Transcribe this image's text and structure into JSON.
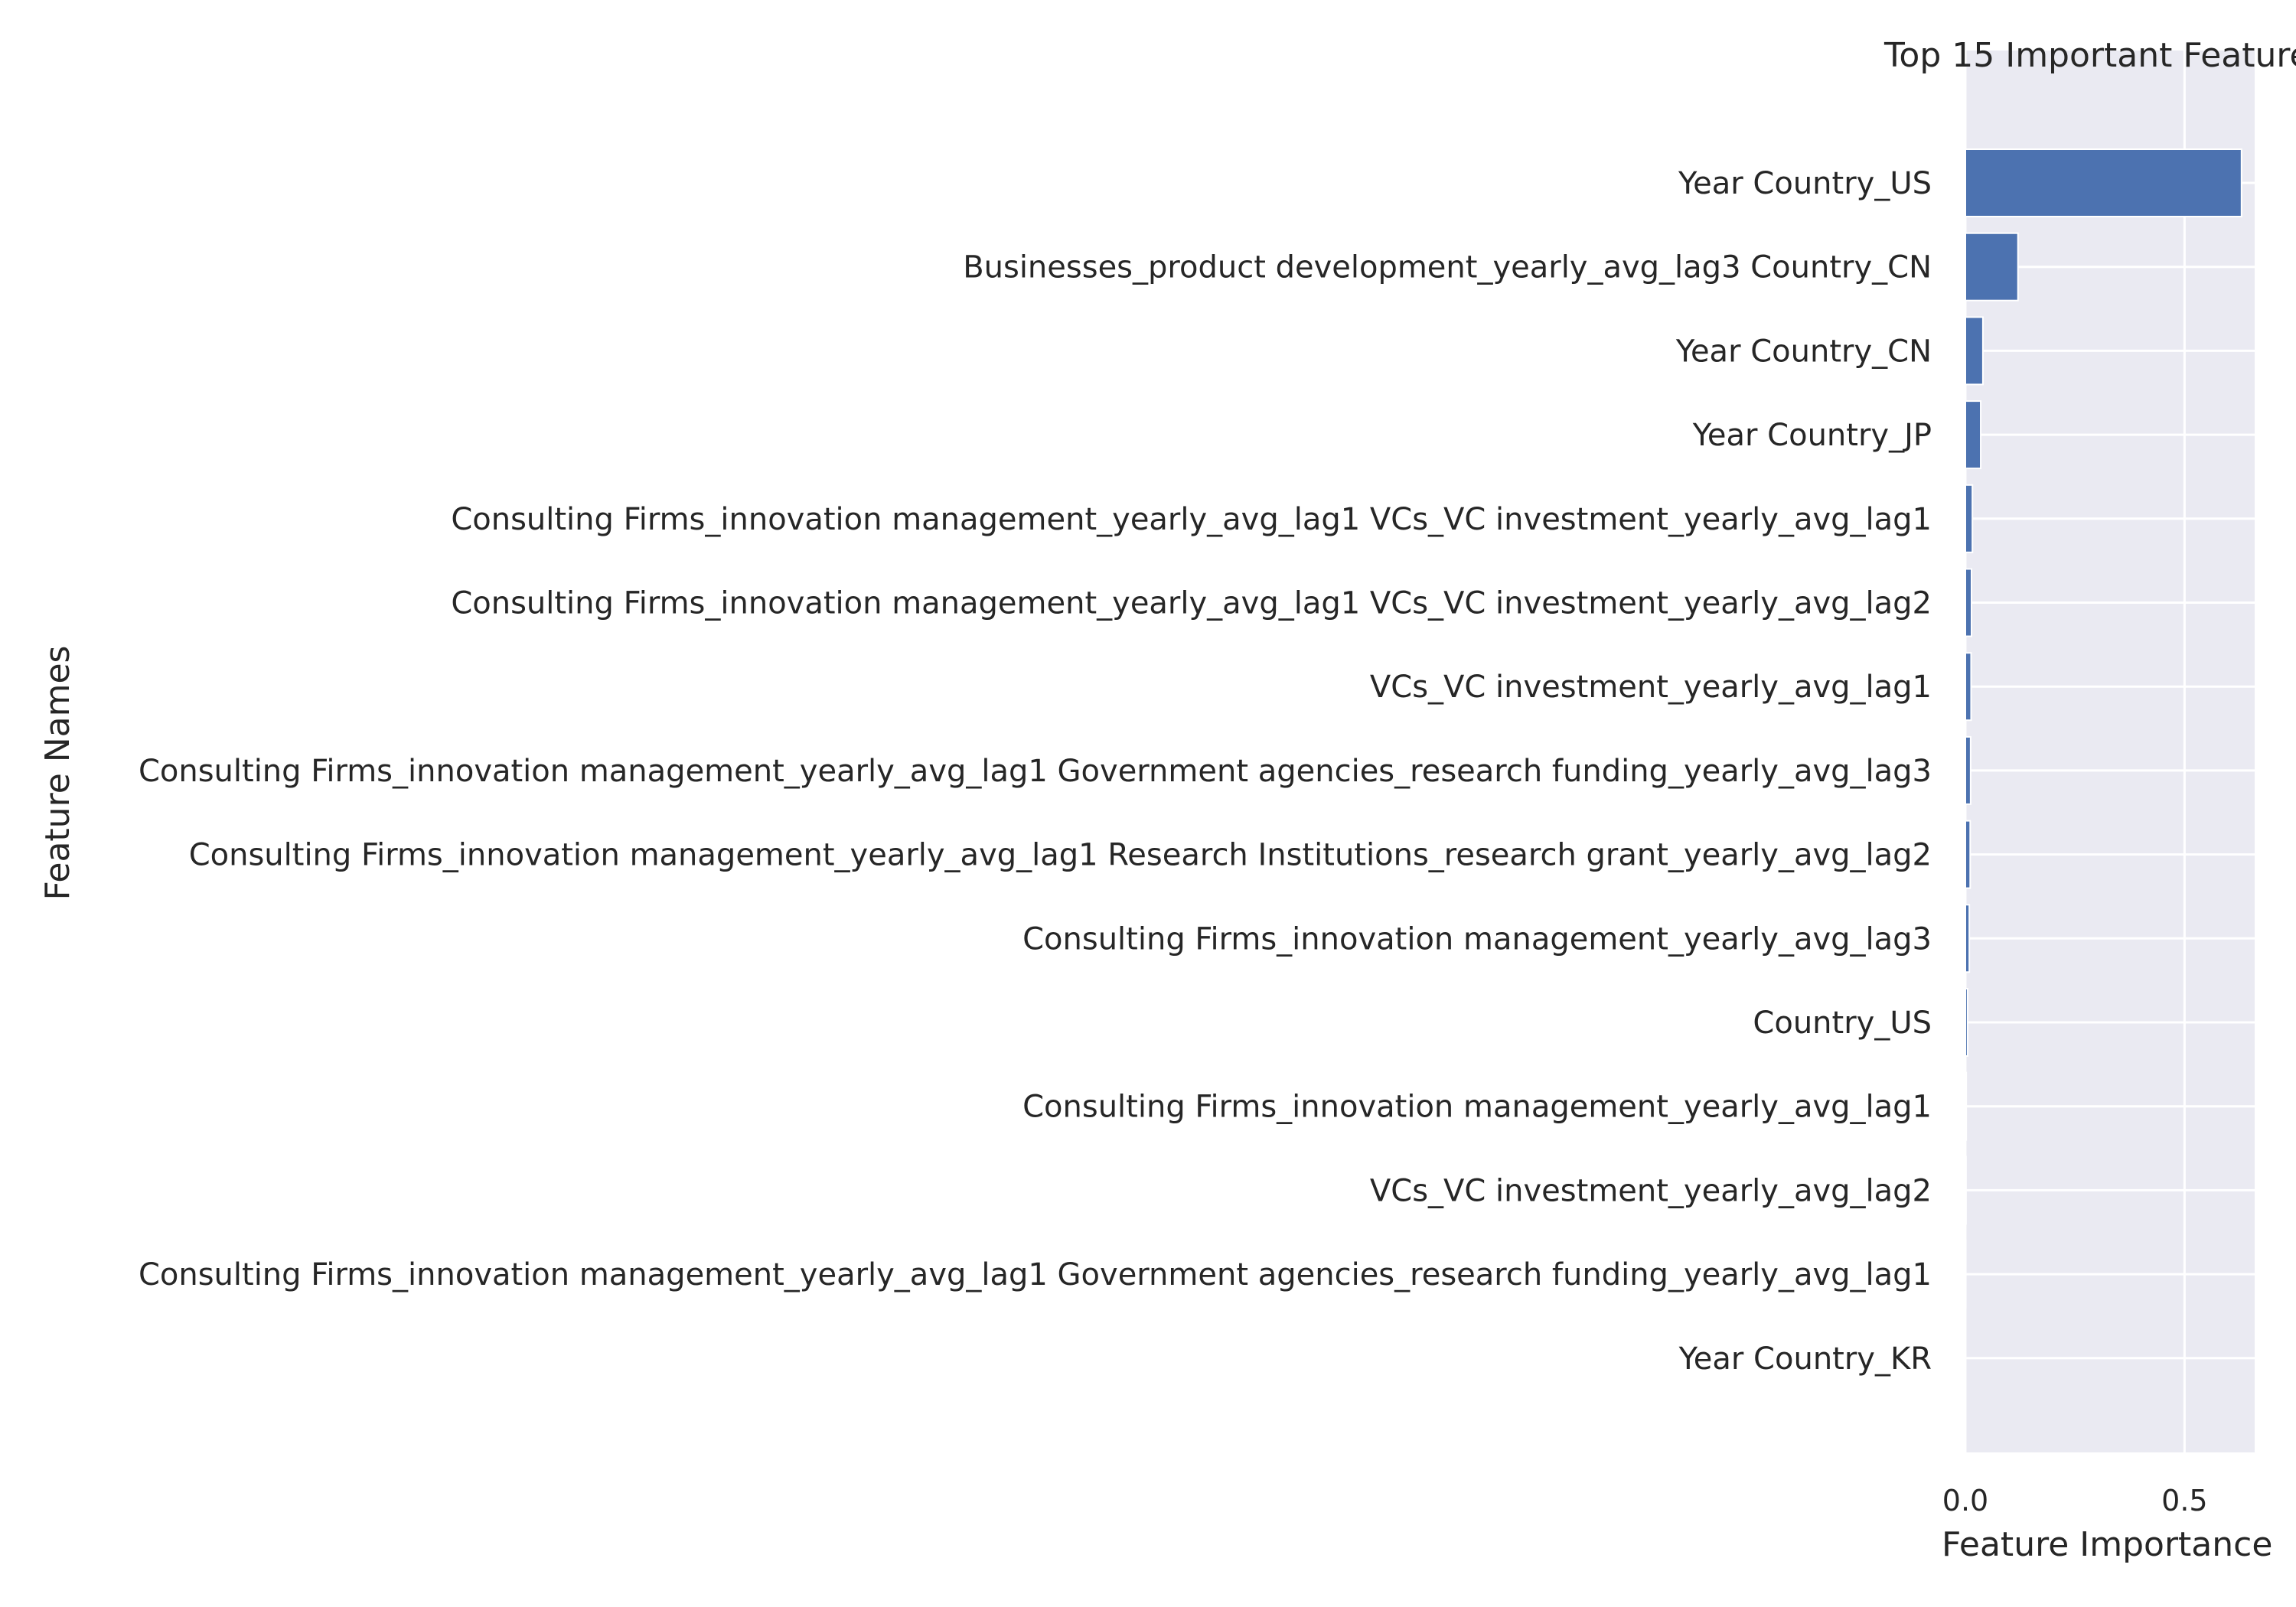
{
  "chart_data": {
    "type": "bar",
    "orientation": "horizontal",
    "title": "Top 15 Important Feature",
    "xlabel": "Feature Importance",
    "ylabel": "Feature Names",
    "xlim": [
      0,
      0.66
    ],
    "xticks": [
      0.0,
      0.5
    ],
    "xtick_labels": [
      "0.0",
      "0.5"
    ],
    "grid": true,
    "bar_color": "#4c72b0",
    "plot_background": "#eaeaf2",
    "categories": [
      "Year Country_US",
      "Businesses_product development_yearly_avg_lag3 Country_CN",
      "Year Country_CN",
      "Year Country_JP",
      "Consulting Firms_innovation management_yearly_avg_lag1 VCs_VC investment_yearly_avg_lag1",
      "Consulting Firms_innovation management_yearly_avg_lag1 VCs_VC investment_yearly_avg_lag2",
      "VCs_VC investment_yearly_avg_lag1",
      "Consulting Firms_innovation management_yearly_avg_lag1 Government agencies_research funding_yearly_avg_lag3",
      "Consulting Firms_innovation management_yearly_avg_lag1 Research Institutions_research grant_yearly_avg_lag2",
      "Consulting Firms_innovation management_yearly_avg_lag3",
      "Country_US",
      "Consulting Firms_innovation management_yearly_avg_lag1",
      "VCs_VC investment_yearly_avg_lag2",
      "Consulting Firms_innovation management_yearly_avg_lag1 Government agencies_research funding_yearly_avg_lag1",
      "Year Country_KR"
    ],
    "values": [
      0.63,
      0.12,
      0.04,
      0.035,
      0.016,
      0.014,
      0.013,
      0.012,
      0.011,
      0.009,
      0.005,
      0.002,
      0.0015,
      0.001,
      0.0005
    ]
  }
}
